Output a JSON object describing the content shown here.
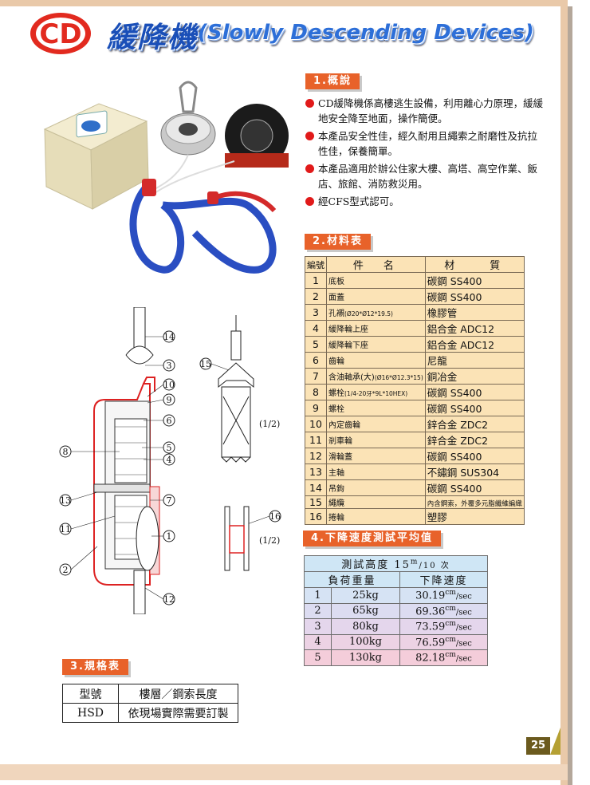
{
  "header": {
    "logo_text": "CD",
    "title_cn": "緩降機",
    "title_en": "(Slowly Descending Devices)"
  },
  "sections": {
    "overview": "1.概說",
    "materials": "2.材料表",
    "specs": "3.規格表",
    "speed": "4.下降速度測試平均值"
  },
  "overview_items": [
    "CD緩降機係高樓逃生設備，利用離心力原理，緩緩地安全降至地面，操作簡便。",
    "本產品安全性佳，經久耐用且繩索之耐磨性及抗拉性佳，保養簡單。",
    "本產品適用於辦公住家大樓、高塔、高空作業、飯店、旅館、消防救災用。",
    "經CFS型式認可。"
  ],
  "materials_table": {
    "headers": [
      "編號",
      "件　名",
      "材　　質"
    ],
    "rows": [
      {
        "no": "1",
        "name": "底板",
        "name_small": "",
        "material": "碳鋼 SS400",
        "material_small": ""
      },
      {
        "no": "2",
        "name": "面蓋",
        "name_small": "",
        "material": "碳鋼 SS400",
        "material_small": ""
      },
      {
        "no": "3",
        "name": "孔襯",
        "name_small": "(Ø20*Ø12*19.5)",
        "material": "橡膠管",
        "material_small": ""
      },
      {
        "no": "4",
        "name": "緩降輪上座",
        "name_small": "",
        "material": "鋁合金 ADC12",
        "material_small": ""
      },
      {
        "no": "5",
        "name": "緩降輪下座",
        "name_small": "",
        "material": "鋁合金 ADC12",
        "material_small": ""
      },
      {
        "no": "6",
        "name": "齒輪",
        "name_small": "",
        "material": "尼龍",
        "material_small": ""
      },
      {
        "no": "7",
        "name": "含油軸承(大)",
        "name_small": "(Ø16*Ø12.3*15)",
        "material": "銅冶金",
        "material_small": ""
      },
      {
        "no": "8",
        "name": "螺栓",
        "name_small": "(1/4-20牙*9L*10HEX)",
        "material": "碳鋼 SS400",
        "material_small": ""
      },
      {
        "no": "9",
        "name": "螺栓",
        "name_small": "",
        "material": "碳鋼 SS400",
        "material_small": ""
      },
      {
        "no": "10",
        "name": "內定齒輪",
        "name_small": "",
        "material": "鋅合金 ZDC2",
        "material_small": ""
      },
      {
        "no": "11",
        "name": "剎車輪",
        "name_small": "",
        "material": "鋅合金 ZDC2",
        "material_small": ""
      },
      {
        "no": "12",
        "name": "滑輪蓋",
        "name_small": "",
        "material": "碳鋼 SS400",
        "material_small": ""
      },
      {
        "no": "13",
        "name": "主軸",
        "name_small": "",
        "material": "不鏽鋼 SUS304",
        "material_small": ""
      },
      {
        "no": "14",
        "name": "吊鉤",
        "name_small": "",
        "material": "碳鋼 SS400",
        "material_small": ""
      },
      {
        "no": "15",
        "name": "繩纜",
        "name_small": "",
        "material": "",
        "material_small": "內含鋼索，外覆多元脂纖維編織"
      },
      {
        "no": "16",
        "name": "捲輪",
        "name_small": "",
        "material": "塑膠",
        "material_small": ""
      }
    ]
  },
  "speed_table": {
    "title_main": "測試高度 15",
    "title_sup": "m",
    "title_tail": "/10 次",
    "col_load": "負荷重量",
    "col_speed": "下降速度",
    "unit_sup": "cm",
    "unit_den": "/sec",
    "rows": [
      {
        "no": "1",
        "load": "25kg",
        "speed": "30.19"
      },
      {
        "no": "2",
        "load": "65kg",
        "speed": "69.36"
      },
      {
        "no": "3",
        "load": "80kg",
        "speed": "73.59"
      },
      {
        "no": "4",
        "load": "100kg",
        "speed": "76.59"
      },
      {
        "no": "5",
        "load": "130kg",
        "speed": "82.18"
      }
    ]
  },
  "spec_table": {
    "headers": [
      "型號",
      "樓層／鋼索長度"
    ],
    "rows": [
      [
        "HSD",
        "依現場實際需要訂製"
      ]
    ]
  },
  "diagram": {
    "callouts": [
      "14",
      "3",
      "10",
      "9",
      "6",
      "8",
      "5",
      "4",
      "7",
      "13",
      "11",
      "1",
      "2",
      "12",
      "15",
      "16"
    ],
    "scale_labels": [
      "(1/2)",
      "(1/2)"
    ]
  },
  "page_number": "25",
  "colors": {
    "section_header": "#e8622a",
    "bullet": "#e11a1a",
    "title_blue": "#1a4fb8",
    "materials_bg": "#fbe3b6",
    "frame": "#e9c9a9"
  }
}
